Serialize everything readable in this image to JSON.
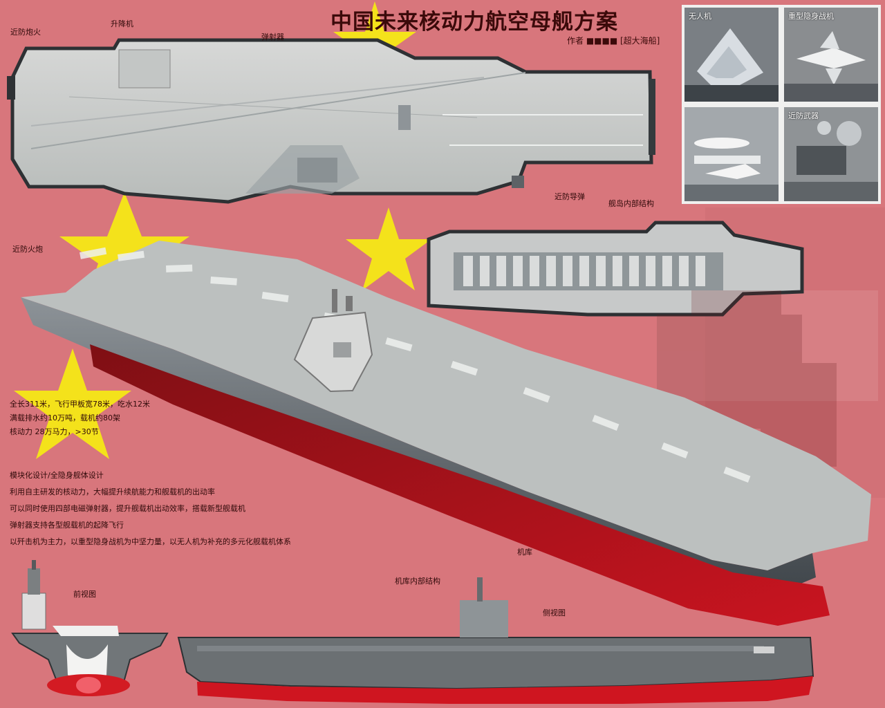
{
  "poster": {
    "title": "中国未来核动力航空母舰方案",
    "author_line": "作者 ■■■■ [超大海船]"
  },
  "labels": {
    "top_left": "近防炮火",
    "top_mid": "升降机",
    "top_right": "弹射器",
    "right_bottom": "近防导弹",
    "far_right_bottom": "舰岛内部结构",
    "left_middle": "近防火炮",
    "front_view": "前视图",
    "side_view": "侧视图",
    "hull_mid_left": "机库",
    "hull_mid_right": "机库内部结构"
  },
  "photos": [
    {
      "caption": "无人机"
    },
    {
      "caption": "重型隐身战机"
    },
    {
      "caption": ""
    },
    {
      "caption": "近防武器"
    }
  ],
  "specs": [
    "全长311米，飞行甲板宽78米，吃水12米",
    "满载排水约10万吨，载机约80架",
    "核动力 28万马力，>30节"
  ],
  "description": [
    "模块化设计/全隐身舰体设计",
    "利用自主研发的核动力，大幅提升续航能力和舰载机的出动率",
    "可以同时使用四部电磁弹射器，提升舰载机出动效率，搭载新型舰载机",
    "弹射器支持各型舰载机的起降飞行",
    "以歼击机为主力，以重型隐身战机为中坚力量，以无人机为补充的多元化舰载机体系"
  ],
  "colors": {
    "background": "#d8767c",
    "stars": "#f4e21b",
    "deck": "#c9cbca",
    "hull": "#6c7177",
    "waterline": "#d50f1d"
  },
  "icons": {
    "star": "star-icon"
  }
}
